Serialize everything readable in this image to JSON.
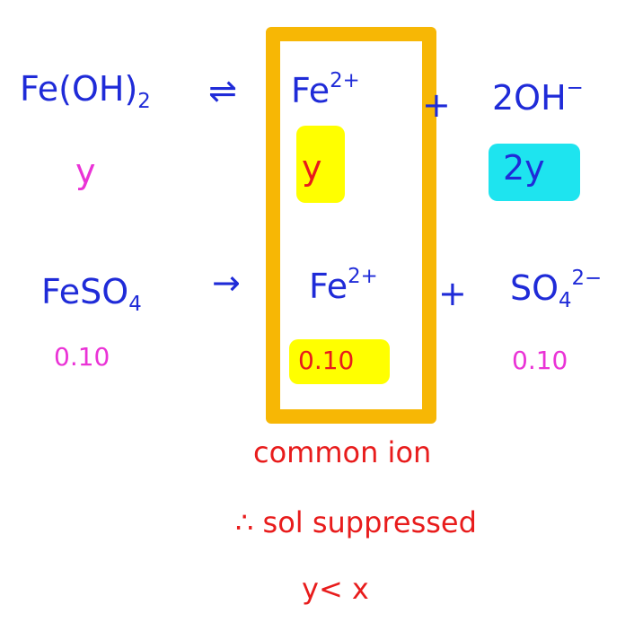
{
  "row1": {
    "reactant": "Fe(OH)",
    "reactant_sub": "2",
    "arrow": "⇌",
    "product1": "Fe",
    "product1_charge": "2+",
    "plus": "+",
    "product2": "2OH",
    "product2_charge": "−",
    "reactant_amount": "y",
    "product1_amount": "y",
    "product2_amount": "2y"
  },
  "row2": {
    "reactant": "FeSO",
    "reactant_sub": "4",
    "arrow": "→",
    "product1": "Fe",
    "product1_charge": "2+",
    "plus": "+",
    "product2": "SO",
    "product2_sub": "4",
    "product2_charge": "2−",
    "reactant_amount": "0.10",
    "product1_amount": "0.10",
    "product2_amount": "0.10"
  },
  "notes": {
    "line1": "common ion",
    "line2": "∴ sol suppressed",
    "line3": "y< x"
  },
  "colors": {
    "box": "#f7b705",
    "highlight_yellow": "#ffff00",
    "highlight_cyan": "#1ee4ef",
    "formula_blue": "#1f2bd8",
    "amount_pink": "#ea33d6",
    "note_red": "#e81c1c"
  }
}
